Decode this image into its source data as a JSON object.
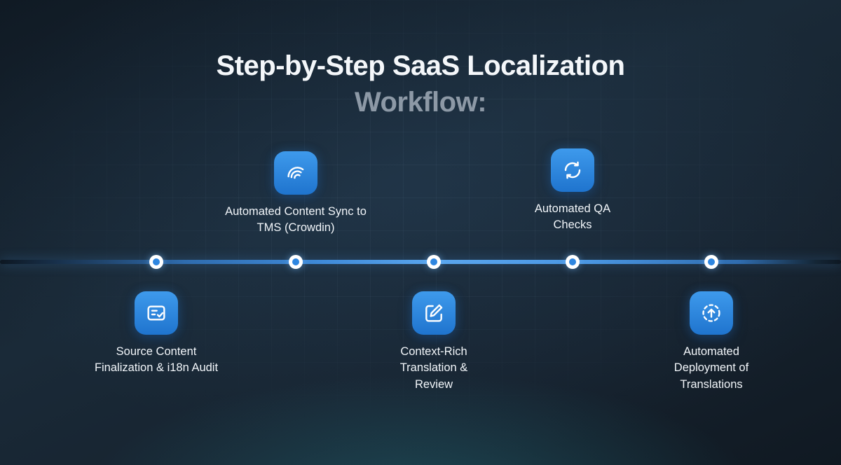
{
  "title": {
    "line1": "Step-by-Step SaaS Localization",
    "line2": "Workflow:"
  },
  "steps": [
    {
      "label": "Source Content Finalization & i18n Audit",
      "icon": "checklist-icon",
      "position": "below"
    },
    {
      "label": "Automated Content Sync to TMS (Crowdin)",
      "icon": "crowdin-waves-icon",
      "position": "above"
    },
    {
      "label": "Context-Rich Translation & Review",
      "icon": "edit-icon",
      "position": "below"
    },
    {
      "label": "Automated QA Checks",
      "icon": "refresh-icon",
      "position": "above"
    },
    {
      "label": "Automated Deployment of Translations",
      "icon": "upload-icon",
      "position": "below"
    }
  ],
  "colors": {
    "background": "#16222e",
    "accent_blue": "#2e86e0",
    "line_highlight": "#5aa6ee",
    "title_primary": "#f4f7fa",
    "title_secondary": "#8d99a6",
    "glow_teal": "#2f96a5"
  }
}
